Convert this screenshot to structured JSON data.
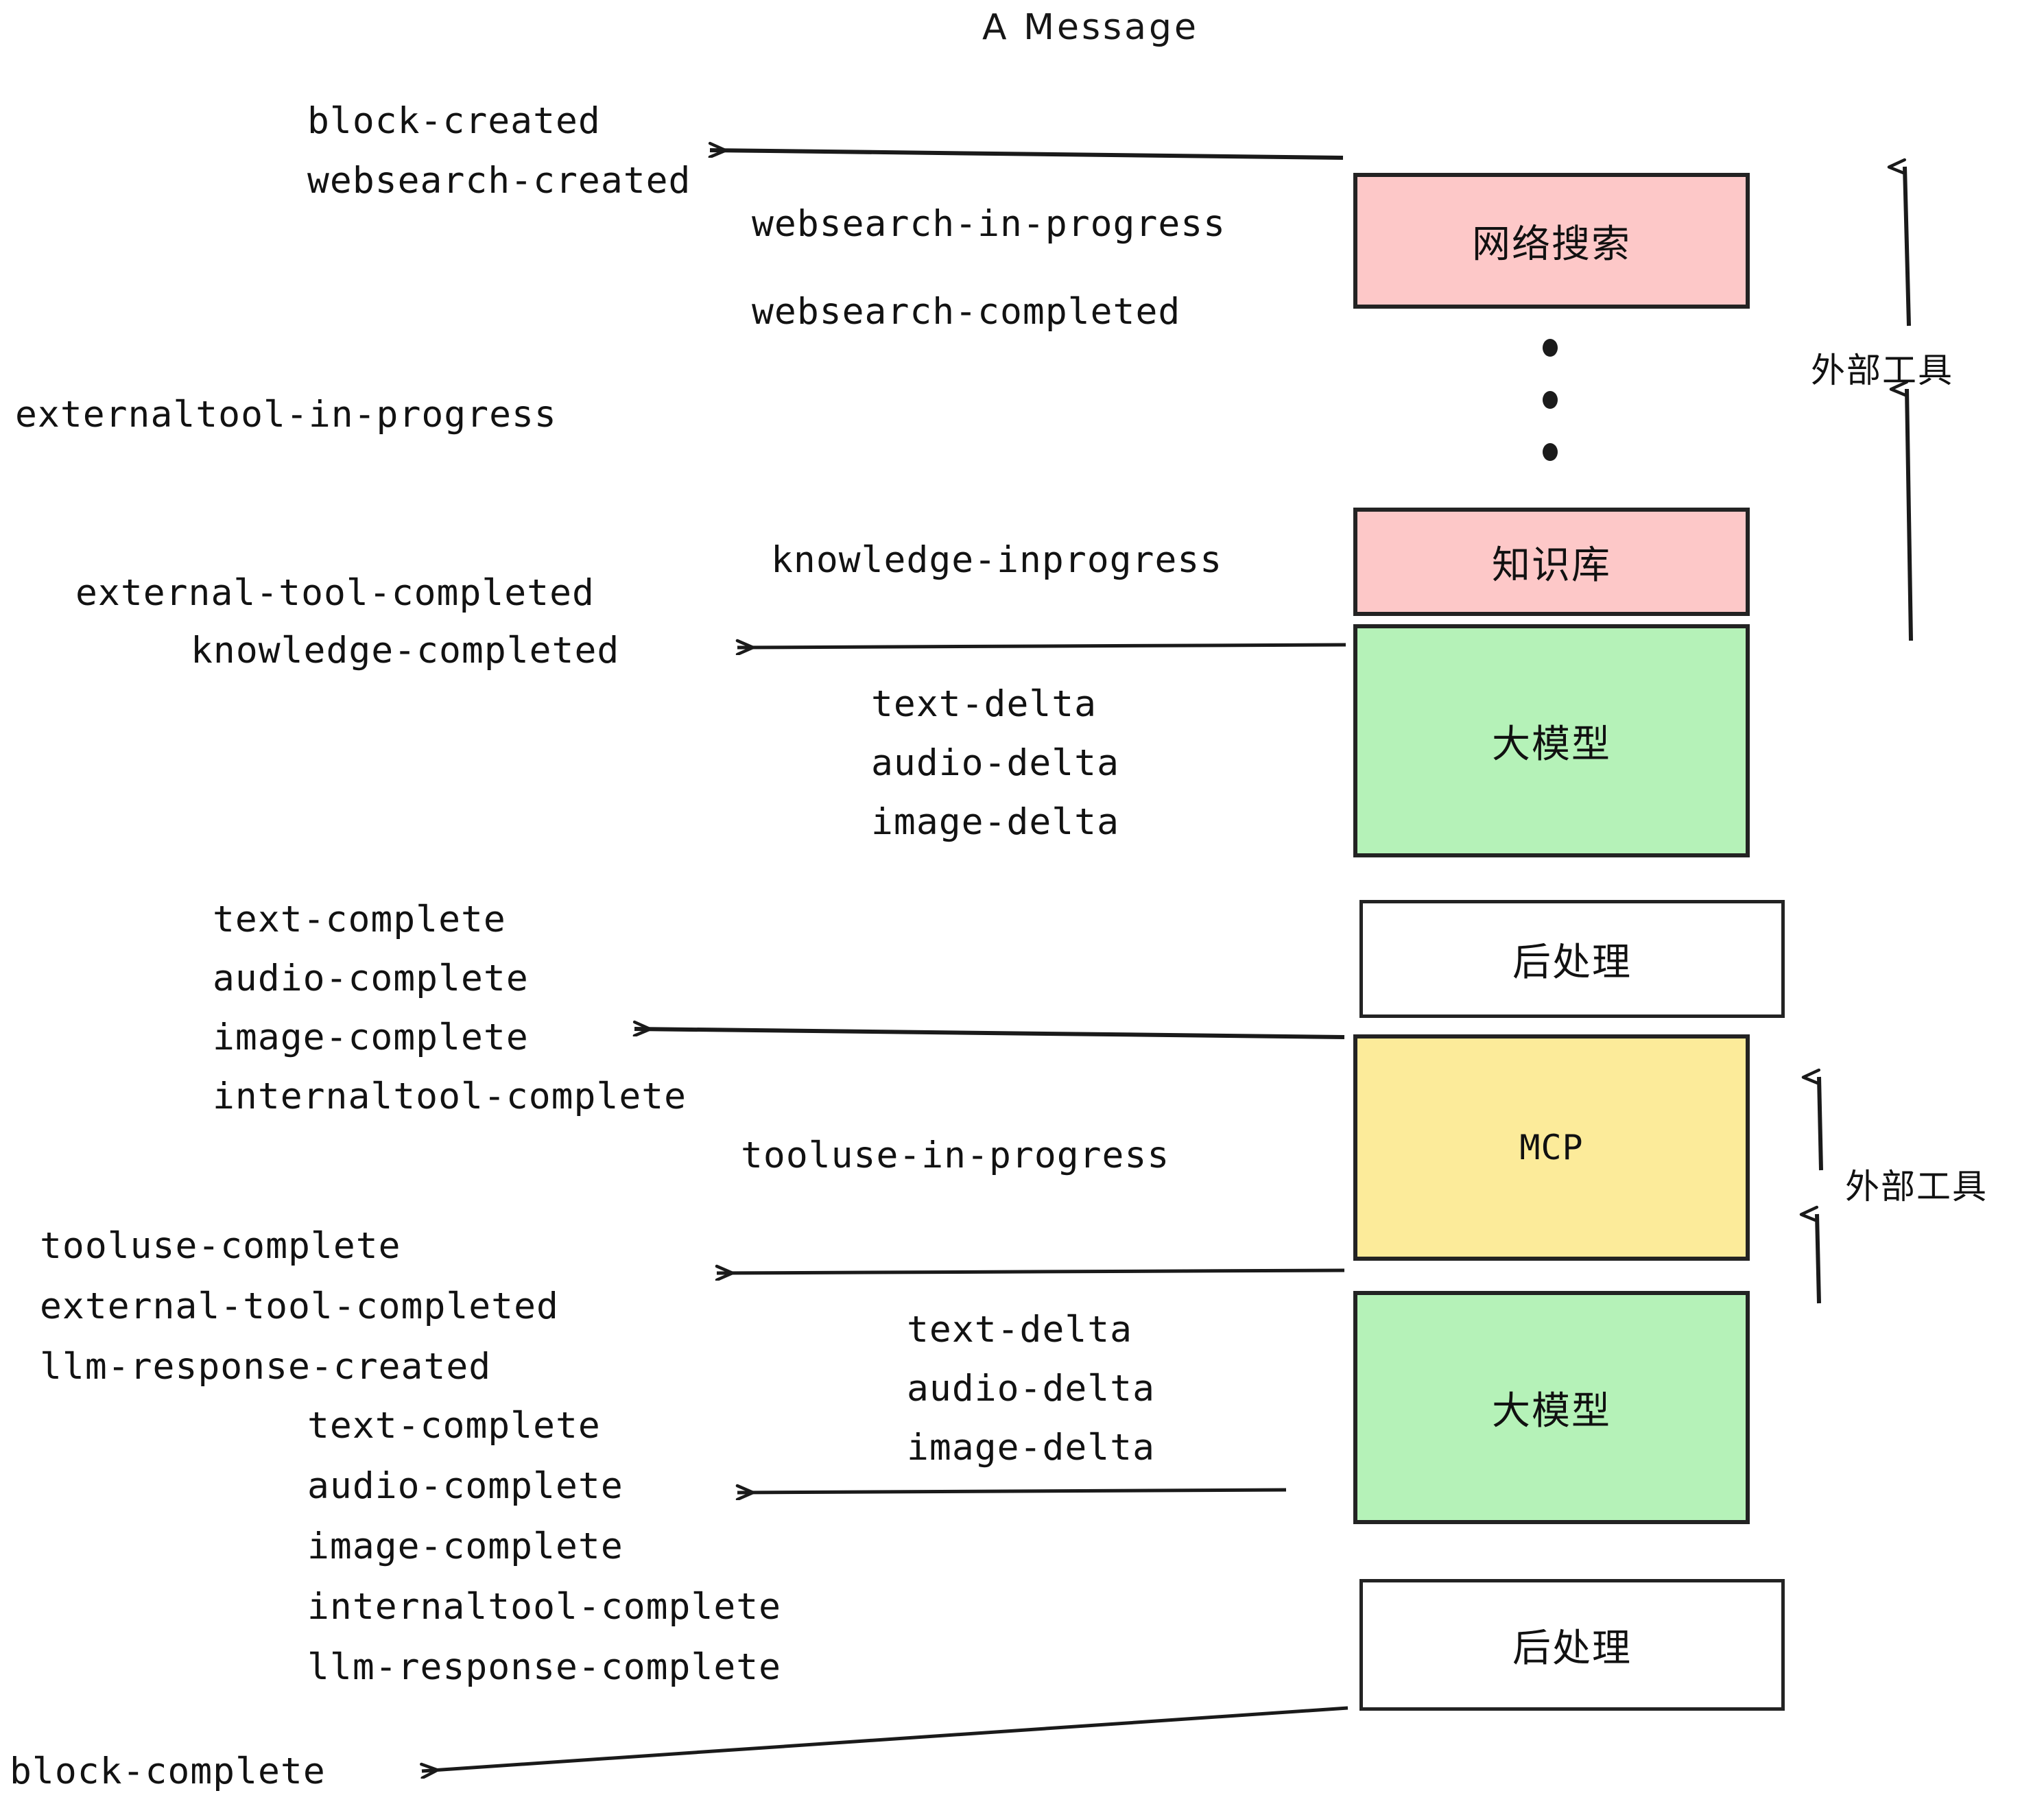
{
  "diagram": {
    "title": "A Message",
    "type": "sequence-flow",
    "background": "#ffffff",
    "stroke": "#232323",
    "colors": {
      "web_search_fill": "#fdc8c8",
      "knowledge_fill": "#fdc8c8",
      "llm_fill": "#b5f2b8",
      "mcp_fill": "#fceb9a",
      "postprocess_fill": "#ffffff",
      "line": "#1a1a1a",
      "text": "#121212"
    }
  },
  "nodes": [
    {
      "id": "websearch",
      "label": "网络搜索",
      "fill": "#fdc8c8"
    },
    {
      "id": "knowledge",
      "label": "知识库",
      "fill": "#fdc8c8"
    },
    {
      "id": "llm_top",
      "label": "大模型",
      "fill": "#b5f2b8"
    },
    {
      "id": "post_top",
      "label": "后处理",
      "fill": "#ffffff"
    },
    {
      "id": "mcp",
      "label": "MCP",
      "fill": "#fceb9a"
    },
    {
      "id": "llm_bottom",
      "label": "大模型",
      "fill": "#b5f2b8"
    },
    {
      "id": "post_bottom",
      "label": "后处理",
      "fill": "#ffffff"
    }
  ],
  "side_annotations": [
    {
      "id": "external-tool-top",
      "label": "外部工具"
    },
    {
      "id": "external-tool-bottom",
      "label": "外部工具"
    }
  ],
  "events": [
    {
      "id": "e01",
      "text": "block-created"
    },
    {
      "id": "e02",
      "text": "websearch-created"
    },
    {
      "id": "e03",
      "text": "websearch-in-progress"
    },
    {
      "id": "e04",
      "text": "websearch-completed"
    },
    {
      "id": "e05",
      "text": "externaltool-in-progress"
    },
    {
      "id": "e06",
      "text": "knowledge-inprogress"
    },
    {
      "id": "e07",
      "text": "external-tool-completed"
    },
    {
      "id": "e08",
      "text": "knowledge-completed"
    },
    {
      "id": "e09",
      "text": "text-delta"
    },
    {
      "id": "e10",
      "text": "audio-delta"
    },
    {
      "id": "e11",
      "text": "image-delta"
    },
    {
      "id": "e12",
      "text": "text-complete"
    },
    {
      "id": "e13",
      "text": "audio-complete"
    },
    {
      "id": "e14",
      "text": "image-complete"
    },
    {
      "id": "e15",
      "text": "internaltool-complete"
    },
    {
      "id": "e16",
      "text": "tooluse-in-progress"
    },
    {
      "id": "e17",
      "text": "tooluse-complete"
    },
    {
      "id": "e18",
      "text": "external-tool-completed"
    },
    {
      "id": "e19",
      "text": "llm-response-created"
    },
    {
      "id": "e20",
      "text": "text-complete"
    },
    {
      "id": "e21",
      "text": "audio-complete"
    },
    {
      "id": "e22",
      "text": "image-complete"
    },
    {
      "id": "e23",
      "text": "internaltool-complete"
    },
    {
      "id": "e24",
      "text": "llm-response-complete"
    },
    {
      "id": "e25",
      "text": "text-delta"
    },
    {
      "id": "e26",
      "text": "audio-delta"
    },
    {
      "id": "e27",
      "text": "image-delta"
    },
    {
      "id": "e28",
      "text": "block-complete"
    }
  ],
  "ellipsis": {
    "id": "vertical-ellipsis",
    "dots": 3
  }
}
